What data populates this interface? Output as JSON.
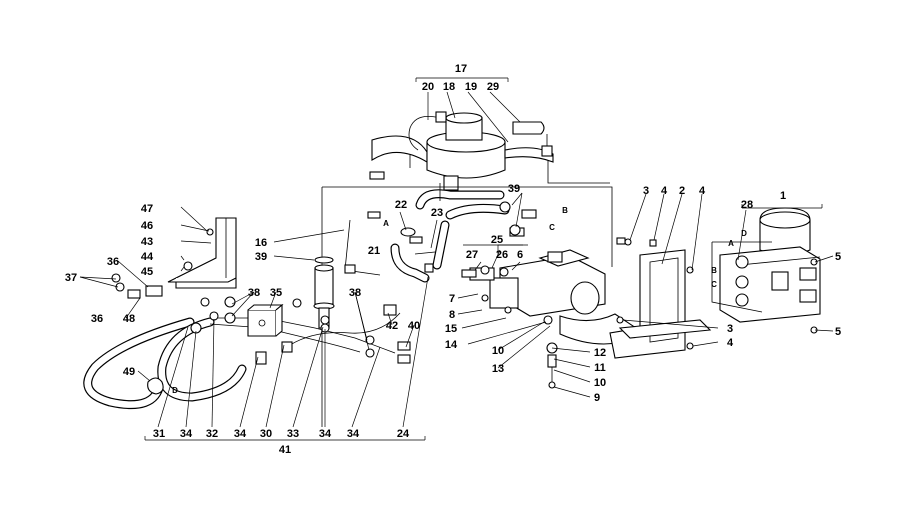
{
  "diagram": {
    "labels": {
      "n1": "1",
      "n2": "2",
      "n3a": "3",
      "n3b": "3",
      "n4a": "4",
      "n4b": "4",
      "n4c": "4",
      "n5a": "5",
      "n5b": "5",
      "n6": "6",
      "n7": "7",
      "n8": "8",
      "n9": "9",
      "n10a": "10",
      "n10b": "10",
      "n11": "11",
      "n12": "12",
      "n13": "13",
      "n14": "14",
      "n15": "15",
      "n16": "16",
      "n17": "17",
      "n18": "18",
      "n19": "19",
      "n20": "20",
      "n21": "21",
      "n22": "22",
      "n23": "23",
      "n24": "24",
      "n25": "25",
      "n26": "26",
      "n27": "27",
      "n28": "28",
      "n29": "29",
      "n30": "30",
      "n31": "31",
      "n32": "32",
      "n33": "33",
      "n34a": "34",
      "n34b": "34",
      "n34c": "34",
      "n34d": "34",
      "n35": "35",
      "n36a": "36",
      "n36b": "36",
      "n37": "37",
      "n38a": "38",
      "n38b": "38",
      "n39a": "39",
      "n39b": "39",
      "n40": "40",
      "n41": "41",
      "n42": "42",
      "n43": "43",
      "n44": "44",
      "n45": "45",
      "n46": "46",
      "n47": "47",
      "n48": "48",
      "n49": "49"
    },
    "letters": {
      "A1": "A",
      "A2": "A",
      "B1": "B",
      "B2": "B",
      "C1": "C",
      "C2": "C",
      "D1": "D",
      "D2": "D"
    }
  }
}
